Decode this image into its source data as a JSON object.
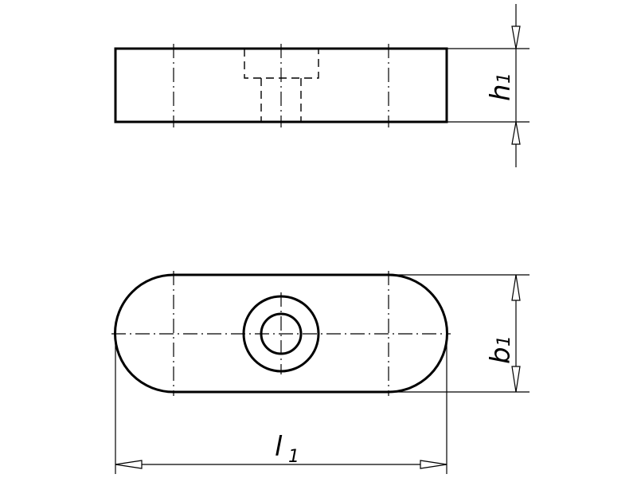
{
  "drawing": {
    "type": "technical-drawing",
    "views": [
      {
        "name": "front-view",
        "shape": "rectangle",
        "features": [
          "counterbored hole (hidden lines)",
          "center lines"
        ]
      },
      {
        "name": "top-view",
        "shape": "slot / obround",
        "features": [
          "counterbore concentric circles",
          "center lines"
        ]
      }
    ],
    "dimensions": {
      "h1": {
        "symbol": "h",
        "subscript": "1",
        "meaning": "height"
      },
      "b1": {
        "symbol": "b",
        "subscript": "1",
        "meaning": "width"
      },
      "l1": {
        "symbol": "l",
        "subscript": "1",
        "meaning": "length"
      }
    },
    "colors": {
      "line": "#000000",
      "background": "#ffffff"
    }
  }
}
